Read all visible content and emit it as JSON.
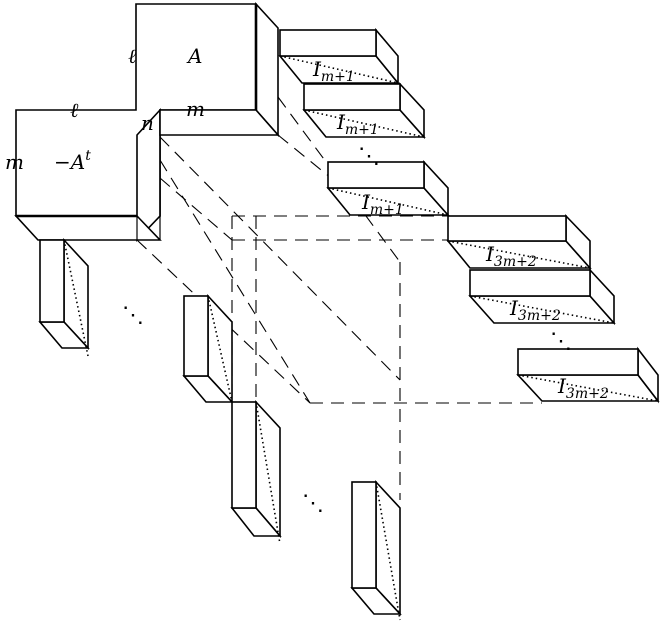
{
  "labels": {
    "A": "A",
    "ell_top": "ℓ",
    "ell_left": "ℓ",
    "m_top": "m",
    "n": "n",
    "m_left": "m",
    "neg_At_sign": "−",
    "neg_At_letter": "A",
    "neg_At_sup": "t",
    "ellipsis_top_right": "⋱",
    "ellipsis_mid_right": "⋱",
    "ellipsis_left": "⋱",
    "ellipsis_bottom": "⋱"
  },
  "identity_blocks": {
    "letter": "I",
    "first": "m+1",
    "second": "3m+2"
  }
}
